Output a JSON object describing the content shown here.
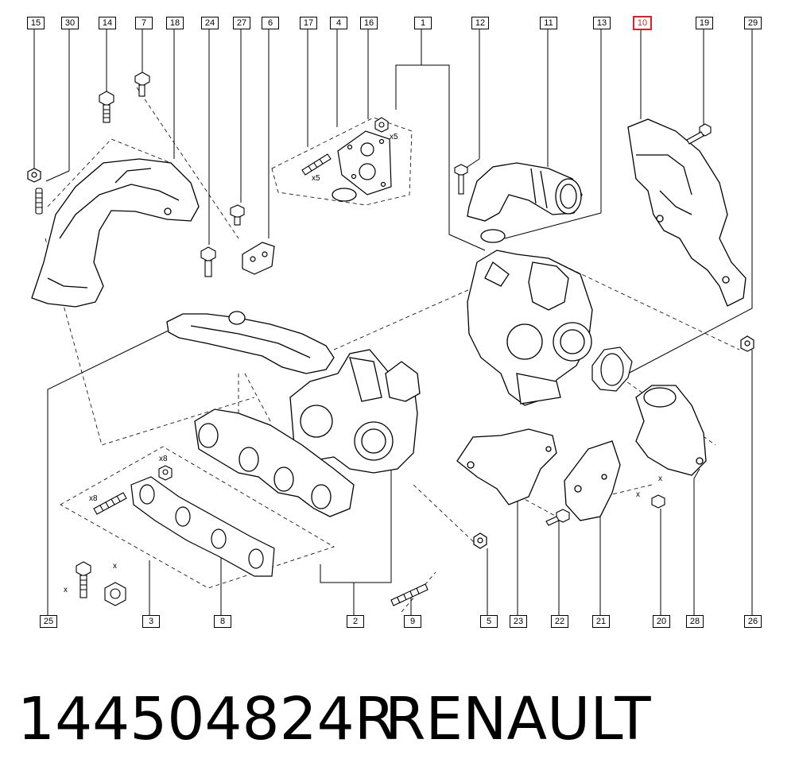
{
  "diagram": {
    "highlight_color": "#e02020",
    "callouts_top": [
      "15",
      "30",
      "14",
      "7",
      "18",
      "24",
      "27",
      "6",
      "17",
      "4",
      "16",
      "1",
      "12",
      "11",
      "13",
      "10",
      "19",
      "29"
    ],
    "callouts_bottom": [
      "25",
      "3",
      "8",
      "2",
      "9",
      "5",
      "23",
      "22",
      "21",
      "20",
      "28",
      "26"
    ],
    "highlighted": "10",
    "quantity_marks": [
      "x5",
      "x5",
      "x8",
      "x8",
      "x",
      "x",
      "x",
      "x"
    ]
  },
  "caption": {
    "part_number": "144504824R",
    "brand": "RENAULT"
  }
}
